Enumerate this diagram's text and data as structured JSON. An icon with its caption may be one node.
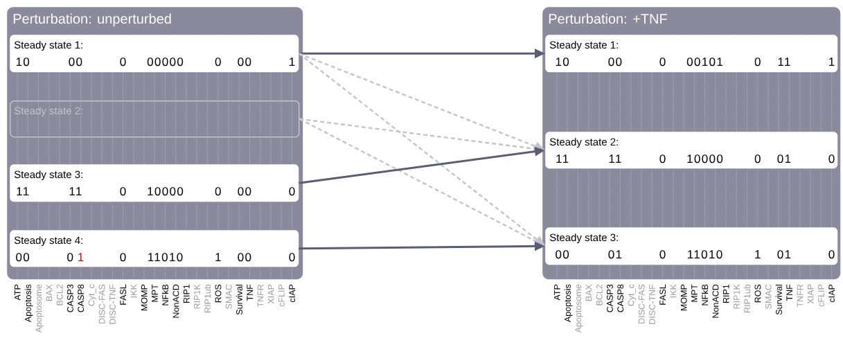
{
  "diagram": {
    "nodes": [
      {
        "text": [
          "Perturbation: unperturbed"
        ]
      },
      {
        "text": [
          "Steady state 1:",
          "10",
          "00",
          "0",
          "00000",
          "0",
          "00",
          "1"
        ],
        "in": 0
      },
      {
        "text": [
          "Steady state 2:"
        ],
        "in": 0
      },
      {
        "text": [
          "Steady state 3:",
          "11",
          "11",
          "0",
          "10000",
          "0",
          "00",
          "0"
        ],
        "in": 0
      },
      {
        "text": [
          "Steady state 4:",
          "00",
          "0",
          "1",
          "0",
          "11010",
          "1",
          "00",
          "0"
        ],
        "in": 0
      },
      {
        "text": [
          "Perturbation: +TNF"
        ]
      },
      {
        "text": [
          "Steady state 1:",
          "10",
          "00",
          "0",
          "00101",
          "0",
          "11",
          "1"
        ],
        "in": 5
      },
      {
        "text": [
          "Steady state 2:",
          "11",
          "11",
          "0",
          "10000",
          "0",
          "01",
          "0"
        ],
        "in": 5
      },
      {
        "text": [
          "Steady state 3:",
          "00",
          "01",
          "0",
          "11010",
          "1",
          "01",
          "0"
        ],
        "in": 5
      }
    ],
    "edges": [
      {
        "from": 1,
        "to": 6,
        "arrow": "to",
        "color": "#5c5c74"
      },
      {
        "from": 1,
        "to": 7,
        "arrow": "to",
        "style": "dashed"
      },
      {
        "from": 1,
        "to": 8,
        "arrow": "to",
        "style": "dashed"
      },
      {
        "from": 2,
        "to": 7,
        "arrow": "to",
        "style": "dashed"
      },
      {
        "from": 2,
        "to": 8,
        "arrow": "to",
        "style": "dashed"
      },
      {
        "from": 3,
        "to": 7,
        "arrow": "to",
        "color": "#5c5c74"
      },
      {
        "from": 4,
        "to": 8,
        "arrow": "to",
        "color": "#5c5c74"
      }
    ],
    "labels": [
      "ATP",
      "Apoptosis",
      "Apoptosome",
      "BAX",
      "BCL2",
      "CASP3",
      "CASP8",
      "Cyt_c",
      "DISC-FAS",
      "DISC-TNF",
      "FASL",
      "IKK",
      "MOMP",
      "MPT",
      "NFkB",
      "NonACD",
      "RIP1",
      "RIP1K",
      "RIP1ub",
      "ROS",
      "SMAC",
      "Survival",
      "TNF",
      "TNFR",
      "XIAP",
      "cFLIP",
      "cIAP",
      "ATP",
      "Apoptosis",
      "Apoptosome",
      "BAX",
      "BCL2",
      "CASP3",
      "CASP8",
      "Cyt_c",
      "DISC-FAS",
      "DISC-TNF",
      "FASL",
      "IKK",
      "MOMP",
      "MPT",
      "NFkB",
      "NonACD",
      "RIP1",
      "RIP1K",
      "RIP1ub",
      "ROS",
      "SMAC",
      "Survival",
      "TNF",
      "TNFR",
      "XIAP",
      "cFLIP",
      "cIAP"
    ]
  }
}
